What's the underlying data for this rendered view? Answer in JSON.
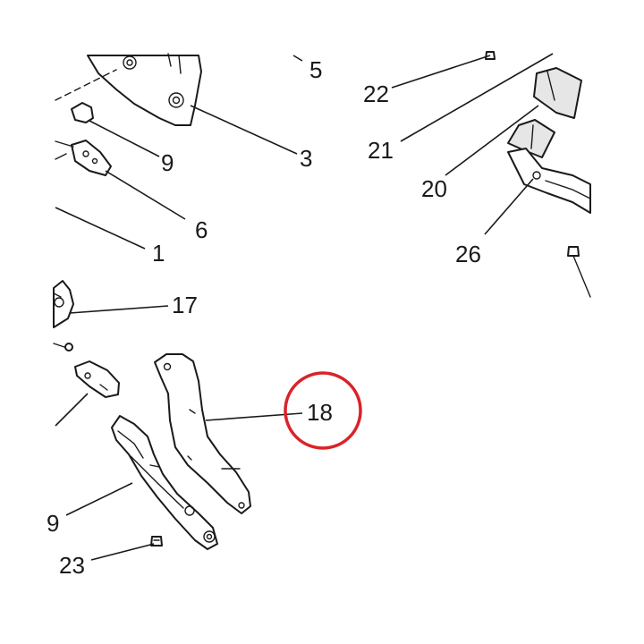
{
  "callouts": {
    "c1": "1",
    "c3": "3",
    "c5": "5",
    "c6": "6",
    "c9": "9",
    "c9b": "9",
    "c17": "17",
    "c18": "18",
    "c20": "20",
    "c21": "21",
    "c22": "22",
    "c23": "23",
    "c26": "26"
  },
  "colors": {
    "highlight_ring": "#d9232a",
    "line": "#1a1a1a"
  },
  "highlight_target": "18"
}
